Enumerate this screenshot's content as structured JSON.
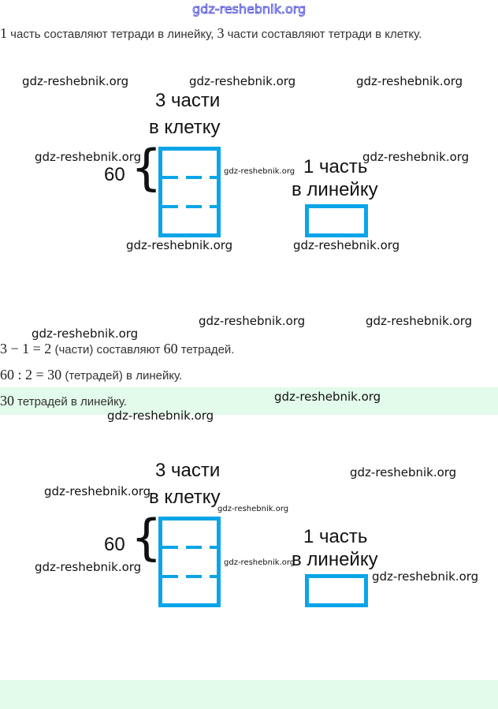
{
  "watermark": "gdz-reshebnik.org",
  "intro": {
    "n1": "1",
    "t1": " часть составляют тетради в линейку, ",
    "n2": "3",
    "t2": " части составляют тетради в клетку."
  },
  "diagram": {
    "top_label_1": "3 части",
    "top_label_2": "в клетку",
    "total": "60",
    "brace": "{",
    "right_label_1": "1 часть",
    "right_label_2": "в линейку"
  },
  "steps": [
    {
      "expr": "3 − 1 = 2",
      "text": " (части) составляют ",
      "n": "60",
      "text2": " тетрадей."
    },
    {
      "expr": "60 : 2 = 30",
      "text": " (тетрадей) в линейку."
    }
  ],
  "answer": {
    "n": "30",
    "text": " тетрадей в линейку."
  },
  "colors": {
    "diagram": "#0aa5e8",
    "answer_bg": "#e3fbea"
  }
}
